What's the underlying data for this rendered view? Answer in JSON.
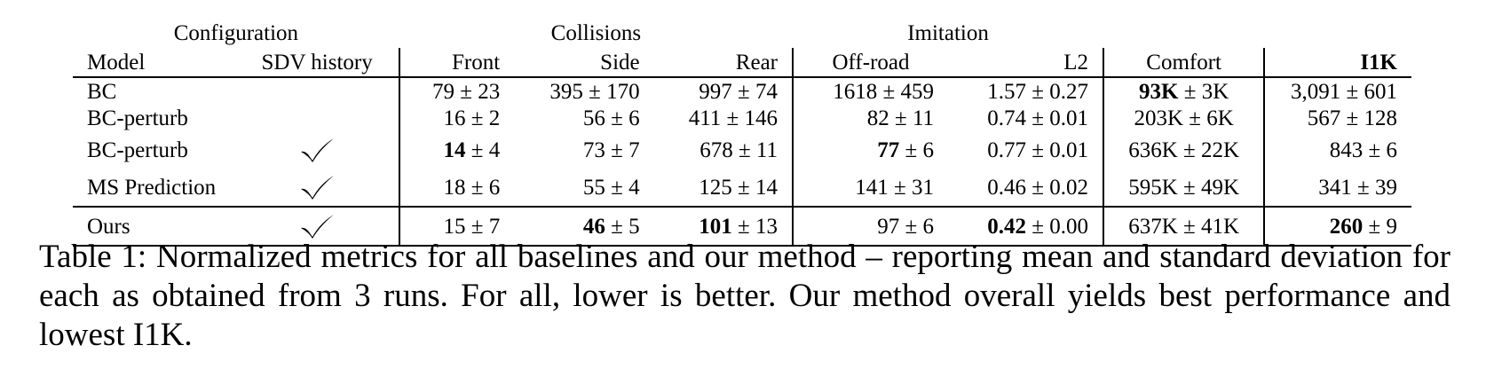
{
  "table": {
    "groups": {
      "configuration": "Configuration",
      "collisions": "Collisions",
      "imitation": "Imitation"
    },
    "headers": {
      "model": "Model",
      "sdv_history": "SDV history",
      "front": "Front",
      "side": "Side",
      "rear": "Rear",
      "off_road": "Off-road",
      "l2": "L2",
      "comfort": "Comfort",
      "i1k": "I1K"
    },
    "rows": [
      {
        "model": "BC",
        "sdv_history": false,
        "front": {
          "mean": "79",
          "std": "23"
        },
        "side": {
          "mean": "395",
          "std": "170"
        },
        "rear": {
          "mean": "997",
          "std": "74"
        },
        "off_road": {
          "mean": "1618",
          "std": "459"
        },
        "l2": {
          "mean": "1.57",
          "std": "0.27"
        },
        "comfort": {
          "mean": "93K",
          "std": "3K"
        },
        "i1k": {
          "mean": "3,091",
          "std": "601"
        }
      },
      {
        "model": "BC-perturb",
        "sdv_history": false,
        "front": {
          "mean": "16",
          "std": "2"
        },
        "side": {
          "mean": "56",
          "std": "6"
        },
        "rear": {
          "mean": "411",
          "std": "146"
        },
        "off_road": {
          "mean": "82",
          "std": "11"
        },
        "l2": {
          "mean": "0.74",
          "std": "0.01"
        },
        "comfort": {
          "mean": "203K",
          "std": "6K"
        },
        "i1k": {
          "mean": "567",
          "std": "128"
        }
      },
      {
        "model": "BC-perturb",
        "sdv_history": true,
        "front": {
          "mean": "14",
          "std": "4"
        },
        "side": {
          "mean": "73",
          "std": "7"
        },
        "rear": {
          "mean": "678",
          "std": "11"
        },
        "off_road": {
          "mean": "77",
          "std": "6"
        },
        "l2": {
          "mean": "0.77",
          "std": "0.01"
        },
        "comfort": {
          "mean": "636K",
          "std": "22K"
        },
        "i1k": {
          "mean": "843",
          "std": "6"
        }
      },
      {
        "model": "MS Prediction",
        "sdv_history": true,
        "front": {
          "mean": "18",
          "std": "6"
        },
        "side": {
          "mean": "55",
          "std": "4"
        },
        "rear": {
          "mean": "125",
          "std": "14"
        },
        "off_road": {
          "mean": "141",
          "std": "31"
        },
        "l2": {
          "mean": "0.46",
          "std": "0.02"
        },
        "comfort": {
          "mean": "595K",
          "std": "49K"
        },
        "i1k": {
          "mean": "341",
          "std": "39"
        }
      },
      {
        "model": "Ours",
        "sdv_history": true,
        "front": {
          "mean": "15",
          "std": "7"
        },
        "side": {
          "mean": "46",
          "std": "5"
        },
        "rear": {
          "mean": "101",
          "std": "13"
        },
        "off_road": {
          "mean": "97",
          "std": "6"
        },
        "l2": {
          "mean": "0.42",
          "std": "0.00"
        },
        "comfort": {
          "mean": "637K",
          "std": "41K"
        },
        "i1k": {
          "mean": "260",
          "std": "9"
        }
      }
    ],
    "pm_symbol": "±",
    "check_icon": "checkmark-icon"
  },
  "caption": "Table 1: Normalized metrics for all baselines and our method – reporting mean and standard deviation for each as obtained from 3 runs. For all, lower is better. Our method overall yields best performance and lowest I1K."
}
